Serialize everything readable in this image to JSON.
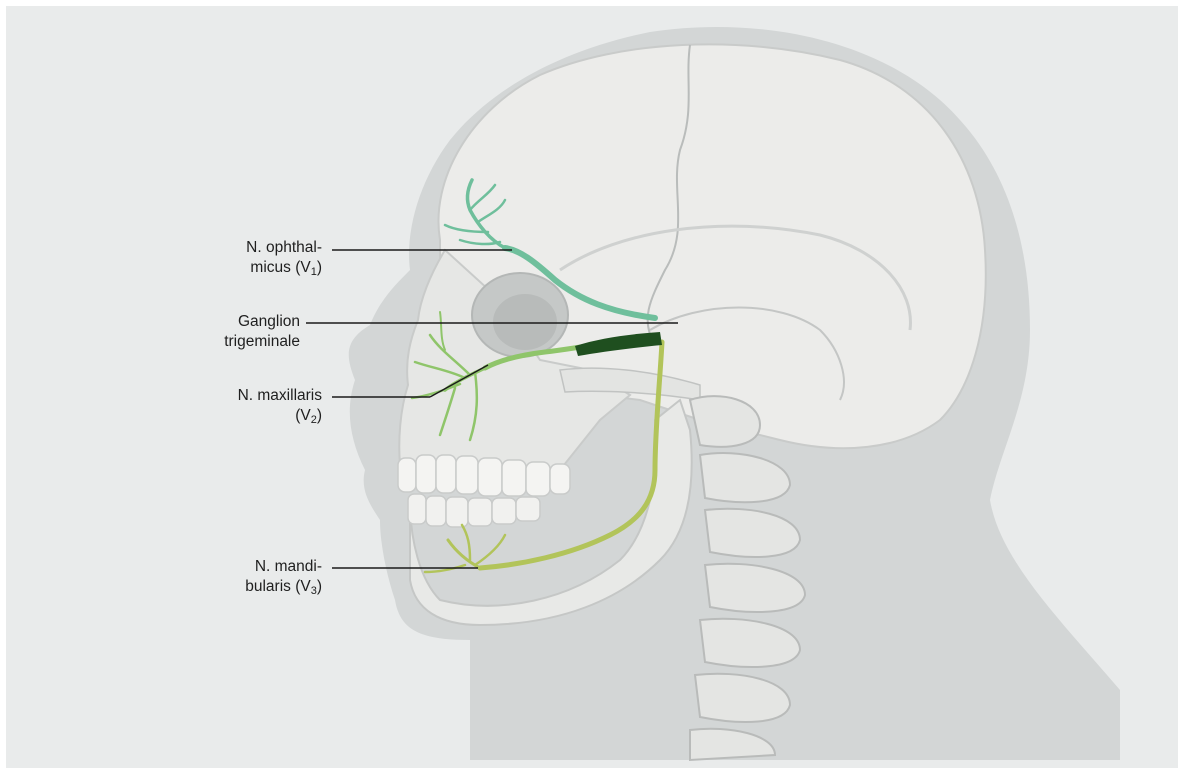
{
  "labels": {
    "ophthalmicus": {
      "line1": "N. ophthal-",
      "line2_pre": "micus (V",
      "line2_sub": "1",
      "line2_post": ")"
    },
    "ganglion": {
      "line1": "Ganglion",
      "line2": "trigeminale"
    },
    "maxillaris": {
      "line1": "N. maxillaris",
      "line2_pre": "(V",
      "line2_sub": "2",
      "line2_post": ")"
    },
    "mandibularis": {
      "line1": "N. mandi-",
      "line2_pre": "bularis (V",
      "line2_sub": "3",
      "line2_post": ")"
    }
  },
  "colors": {
    "background": "#e9ebeb",
    "head_silhouette": "#d3d6d6",
    "bone": "#ececea",
    "bone_shadow": "#c9cbca",
    "ophthalmic_nerve": "#6fbf9c",
    "maxillary_nerve": "#8fc56a",
    "mandibular_nerve": "#b2c45a",
    "ganglion": "#1f4f1f",
    "leader_line": "#1a1a1a"
  }
}
